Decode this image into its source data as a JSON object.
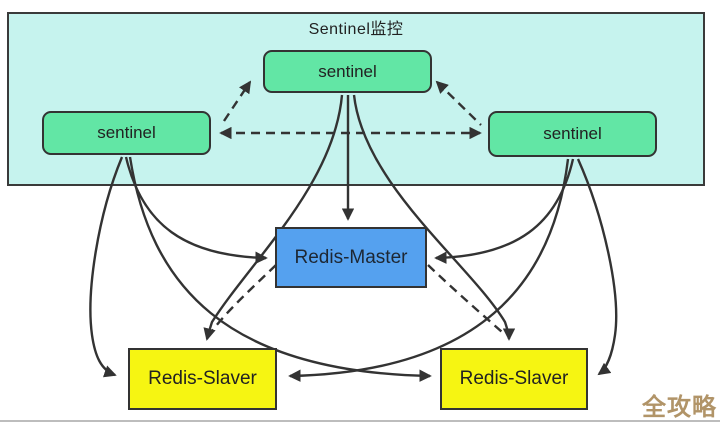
{
  "diagram": {
    "group_title": "Sentinel监控",
    "watermark": "全攻略",
    "nodes": {
      "sentinel_top": {
        "label": "sentinel"
      },
      "sentinel_left": {
        "label": "sentinel"
      },
      "sentinel_right": {
        "label": "sentinel"
      },
      "master": {
        "label": "Redis-Master"
      },
      "slaver_left": {
        "label": "Redis-Slaver"
      },
      "slaver_right": {
        "label": "Redis-Slaver"
      }
    },
    "colors": {
      "container": "#c6f3ee",
      "sentinel": "#62e6a5",
      "master": "#55a1ef",
      "slaver": "#f6f512",
      "line": "#333333",
      "watermark": "#b19468"
    },
    "edges": [
      {
        "from": "sentinel_top",
        "to": "sentinel_left",
        "style": "dashed",
        "bidirectional": true
      },
      {
        "from": "sentinel_top",
        "to": "sentinel_right",
        "style": "dashed",
        "bidirectional": true
      },
      {
        "from": "sentinel_left",
        "to": "sentinel_right",
        "style": "dashed",
        "bidirectional": true
      },
      {
        "from": "sentinel_top",
        "to": "master",
        "style": "solid"
      },
      {
        "from": "sentinel_left",
        "to": "master",
        "style": "solid"
      },
      {
        "from": "sentinel_right",
        "to": "master",
        "style": "solid"
      },
      {
        "from": "sentinel_top",
        "to": "slaver_left",
        "style": "solid"
      },
      {
        "from": "sentinel_top",
        "to": "slaver_right",
        "style": "solid"
      },
      {
        "from": "sentinel_left",
        "to": "slaver_left",
        "style": "solid"
      },
      {
        "from": "sentinel_right",
        "to": "slaver_right",
        "style": "solid"
      },
      {
        "from": "sentinel_left",
        "to": "slaver_right",
        "style": "solid"
      },
      {
        "from": "sentinel_right",
        "to": "slaver_left",
        "style": "solid"
      },
      {
        "from": "master",
        "to": "slaver_left",
        "style": "dashed"
      },
      {
        "from": "master",
        "to": "slaver_right",
        "style": "dashed"
      }
    ]
  }
}
